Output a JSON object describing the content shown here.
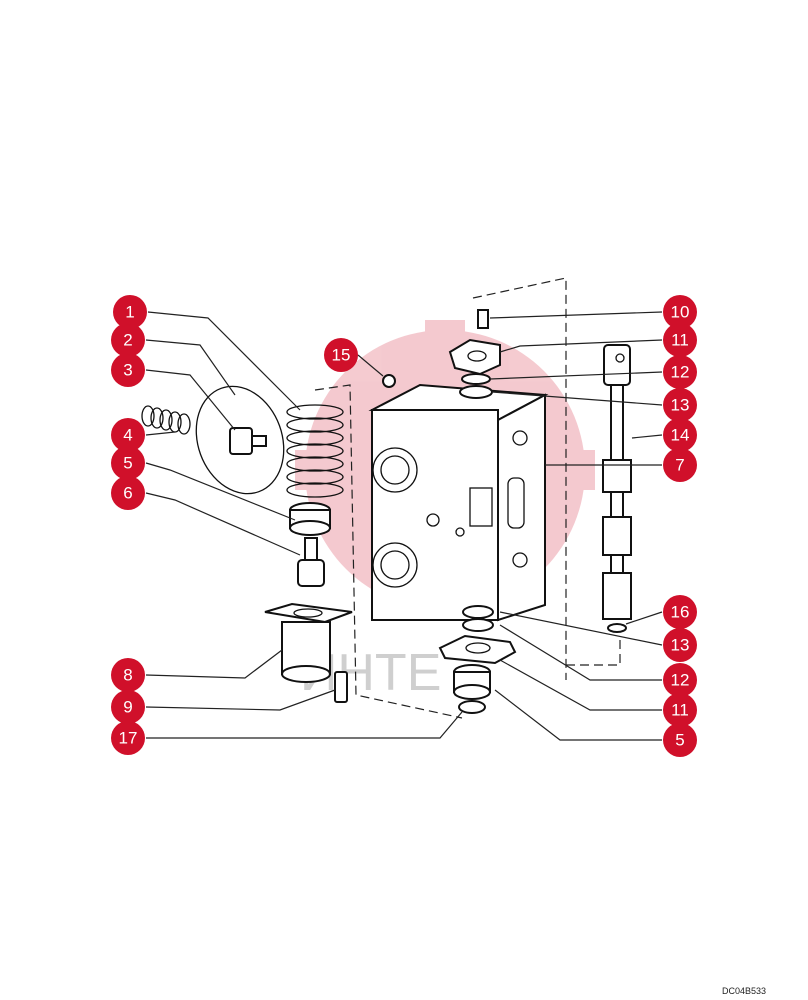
{
  "diagram": {
    "watermark_text": "ИНТЕ",
    "accent_color": "#d0102a",
    "drawing_code": "DC04B533",
    "callouts": [
      {
        "id": "c1",
        "label": "1"
      },
      {
        "id": "c2",
        "label": "2"
      },
      {
        "id": "c3",
        "label": "3"
      },
      {
        "id": "c4",
        "label": "4"
      },
      {
        "id": "c5a",
        "label": "5"
      },
      {
        "id": "c6",
        "label": "6"
      },
      {
        "id": "c8",
        "label": "8"
      },
      {
        "id": "c9",
        "label": "9"
      },
      {
        "id": "c17",
        "label": "17"
      },
      {
        "id": "c15",
        "label": "15"
      },
      {
        "id": "c10",
        "label": "10"
      },
      {
        "id": "c11a",
        "label": "11"
      },
      {
        "id": "c12a",
        "label": "12"
      },
      {
        "id": "c13a",
        "label": "13"
      },
      {
        "id": "c14",
        "label": "14"
      },
      {
        "id": "c7",
        "label": "7"
      },
      {
        "id": "c16",
        "label": "16"
      },
      {
        "id": "c13b",
        "label": "13"
      },
      {
        "id": "c12b",
        "label": "12"
      },
      {
        "id": "c11b",
        "label": "11"
      },
      {
        "id": "c5b",
        "label": "5"
      }
    ]
  }
}
